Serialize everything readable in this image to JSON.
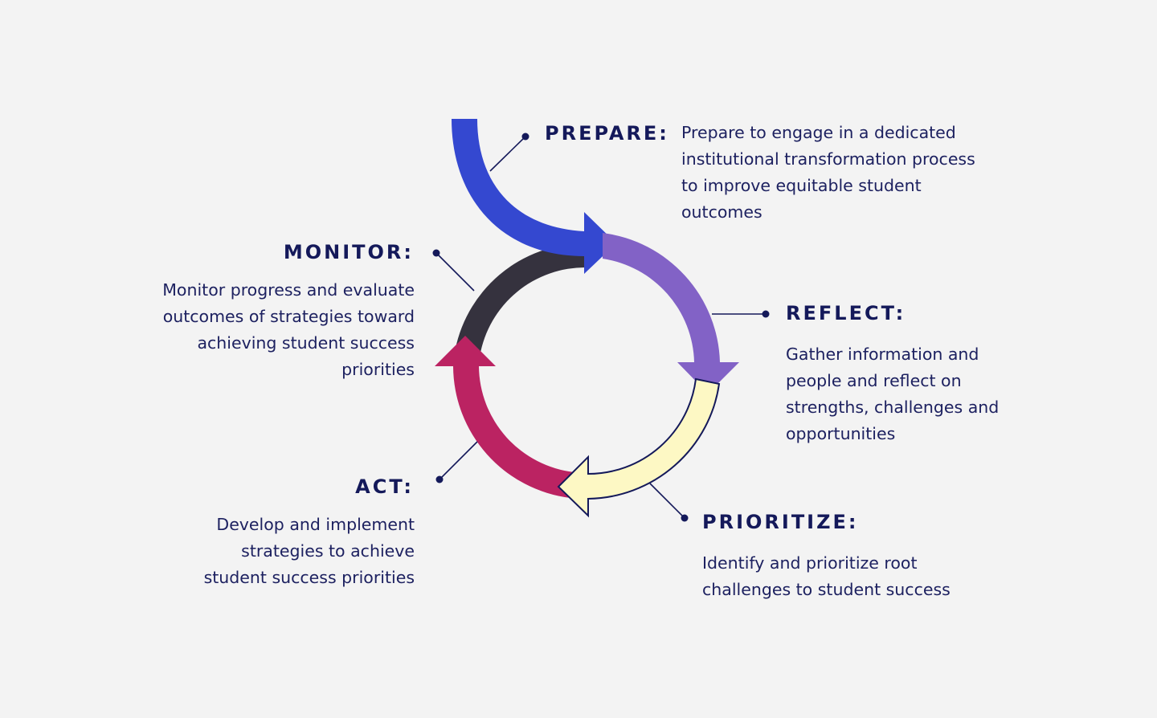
{
  "colors": {
    "background": "#f3f3f3",
    "text": "#14195a",
    "prepare": "#3448d0",
    "reflect": "#8262c6",
    "prioritize": "#fdf8c4",
    "act": "#bb2362",
    "monitor": "#35323e",
    "connector": "#14195a"
  },
  "stages": {
    "prepare": {
      "title": "PREPARE:",
      "description": "Prepare to engage in a dedicated institutional transformation process to improve equitable student outcomes"
    },
    "reflect": {
      "title": "REFLECT:",
      "description": "Gather information and people and reflect on strengths, challenges and opportunities"
    },
    "prioritize": {
      "title": "PRIORITIZE:",
      "description": "Identify and prioritize root challenges to student success"
    },
    "act": {
      "title": "ACT:",
      "description": "Develop and implement strategies to achieve student success priorities"
    },
    "monitor": {
      "title": "MONITOR:",
      "description": "Monitor progress and evaluate outcomes of strategies toward achieving student success priorities"
    }
  }
}
